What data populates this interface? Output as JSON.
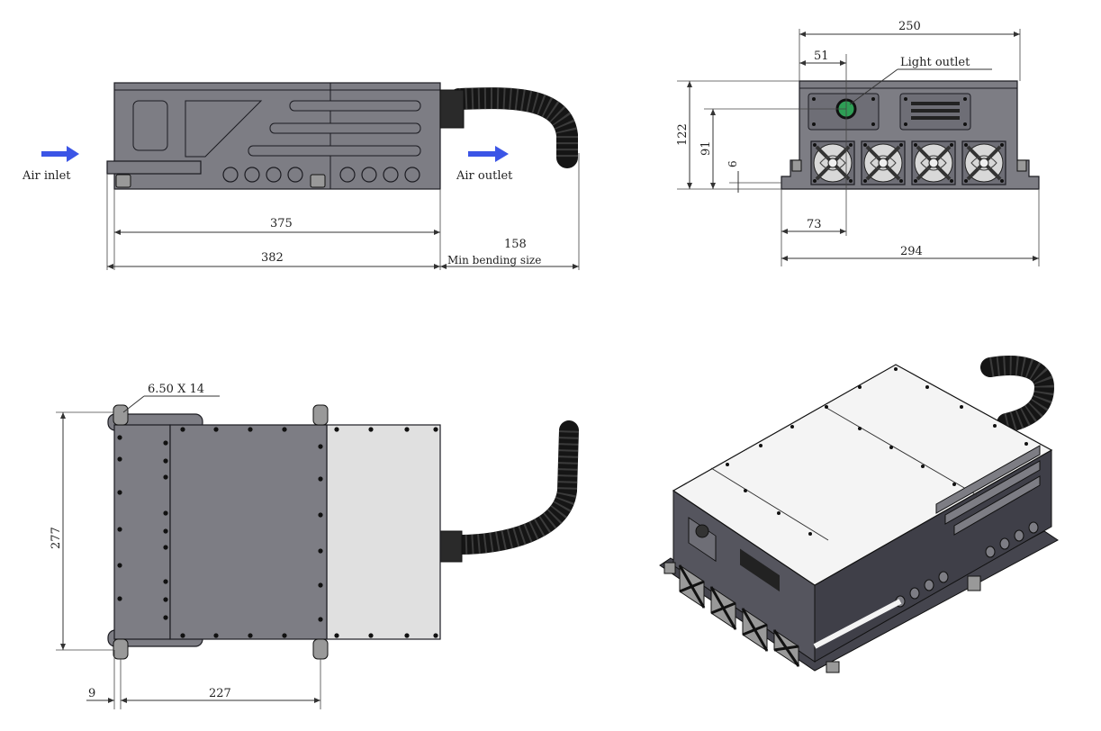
{
  "colors": {
    "body_gray": "#7d7d84",
    "body_dark": "#55555e",
    "panel_light": "#e0e0e0",
    "arrow_blue": "#3b55e6",
    "hose_black": "#151515"
  },
  "front_view": {
    "air_inlet_label": "Air inlet",
    "air_outlet_label": "Air outlet",
    "dim_body_length": "375",
    "dim_total_length": "382",
    "dim_hose_value": "158",
    "dim_hose_note": "Min bending size"
  },
  "side_view": {
    "dim_total_width_top": "250",
    "dim_outlet_offset": "51",
    "light_outlet_label": "Light outlet",
    "dim_total_height": "122",
    "dim_outlet_height": "91",
    "dim_foot_height": "6",
    "dim_outlet_from_edge": "73",
    "dim_base_width": "294"
  },
  "top_view": {
    "mount_hole_label": "6.50 X 14",
    "dim_depth": "277",
    "dim_edge_offset": "9",
    "dim_hole_spacing": "227"
  },
  "icons": [
    "air-flow-arrow-icon",
    "fan-icon",
    "hose-icon",
    "bolt-icon"
  ]
}
